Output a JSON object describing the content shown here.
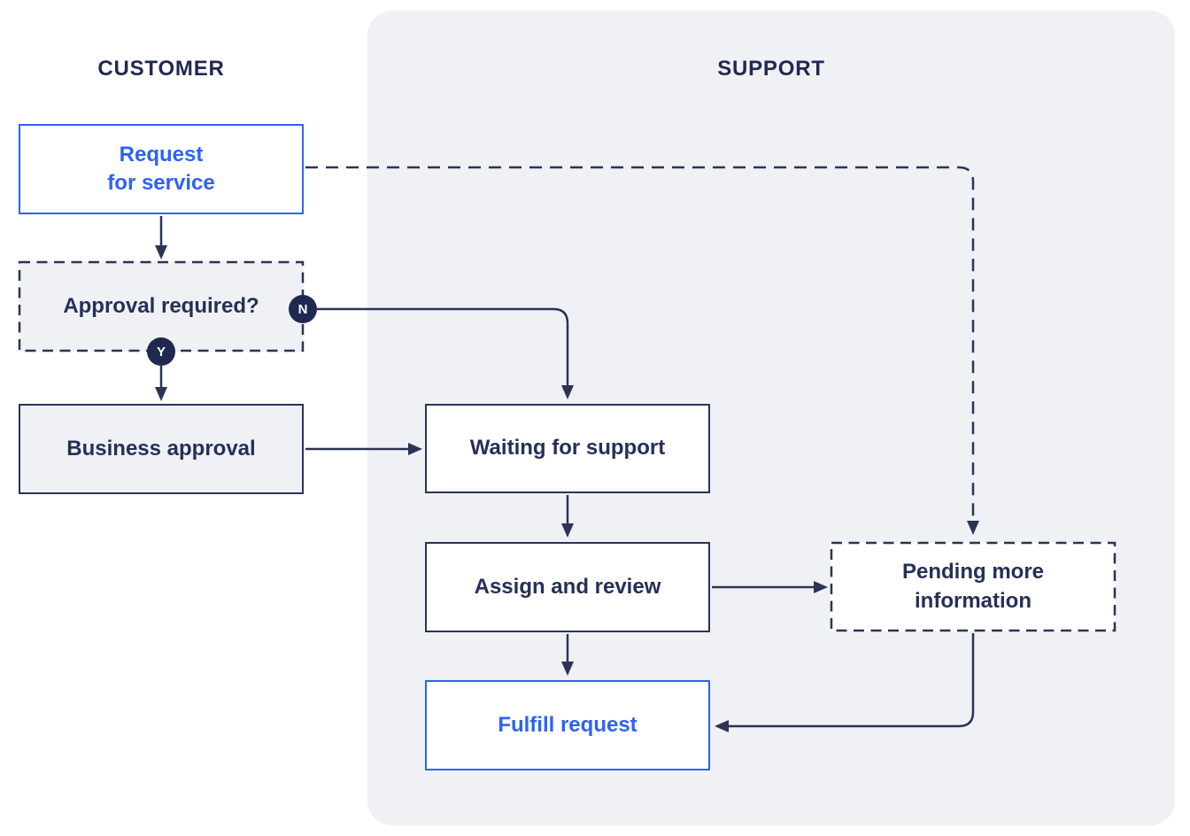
{
  "diagram": {
    "lanes": {
      "customer": {
        "label": "CUSTOMER"
      },
      "support": {
        "label": "SUPPORT"
      }
    },
    "nodes": {
      "request_for_service": {
        "label": "Request\nfor service",
        "style": "blue-outline"
      },
      "approval_required": {
        "label": "Approval required?",
        "style": "dashed-gray"
      },
      "business_approval": {
        "label": "Business approval",
        "style": "solid-gray"
      },
      "waiting_for_support": {
        "label": "Waiting for support",
        "style": "solid-white"
      },
      "assign_and_review": {
        "label": "Assign and review",
        "style": "solid-white"
      },
      "pending_more_information": {
        "label": "Pending more\ninformation",
        "style": "dashed-white"
      },
      "fulfill_request": {
        "label": "Fulfill request",
        "style": "blue-outline"
      }
    },
    "badges": {
      "no": {
        "label": "N"
      },
      "yes": {
        "label": "Y"
      }
    },
    "edges": [
      {
        "from": "request_for_service",
        "to": "approval_required",
        "style": "solid"
      },
      {
        "from": "approval_required",
        "to": "waiting_for_support",
        "style": "solid",
        "label": "N"
      },
      {
        "from": "approval_required",
        "to": "business_approval",
        "style": "solid",
        "label": "Y"
      },
      {
        "from": "business_approval",
        "to": "waiting_for_support",
        "style": "solid"
      },
      {
        "from": "waiting_for_support",
        "to": "assign_and_review",
        "style": "solid"
      },
      {
        "from": "assign_and_review",
        "to": "pending_more_information",
        "style": "solid"
      },
      {
        "from": "assign_and_review",
        "to": "fulfill_request",
        "style": "solid"
      },
      {
        "from": "pending_more_information",
        "to": "fulfill_request",
        "style": "solid"
      },
      {
        "from": "request_for_service",
        "to": "pending_more_information",
        "style": "dashed"
      }
    ],
    "colors": {
      "navy_text": "#1f2950",
      "line_navy": "#2b3457",
      "accent_blue": "#2e62f5",
      "lane_background": "#f0f1f4",
      "gray_node_fill": "#f0f1f4",
      "canvas_background": "#ffffff",
      "badge_background": "#1f2950",
      "badge_text": "#ffffff"
    }
  }
}
